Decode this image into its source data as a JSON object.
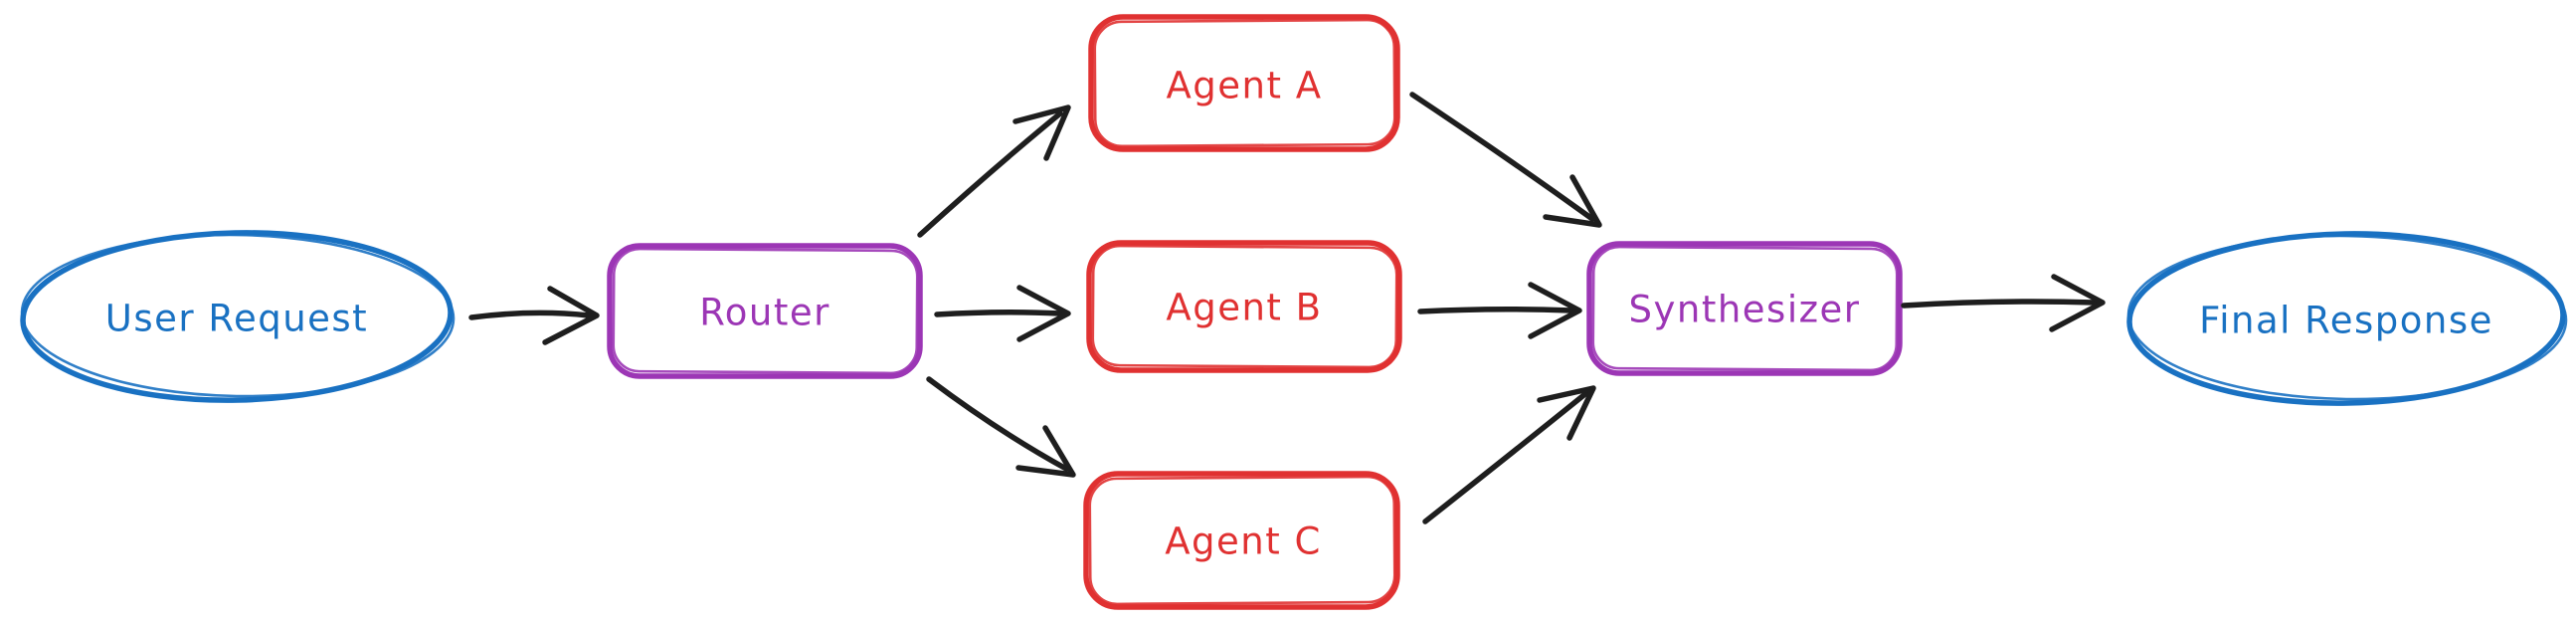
{
  "diagram": {
    "type": "flowchart",
    "nodes": {
      "user_request": {
        "label": "User Request",
        "shape": "ellipse",
        "color": "#1971c2"
      },
      "router": {
        "label": "Router",
        "shape": "rounded-rect",
        "color": "#9c36b5"
      },
      "agent_a": {
        "label": "Agent A",
        "shape": "rounded-rect",
        "color": "#e03131"
      },
      "agent_b": {
        "label": "Agent B",
        "shape": "rounded-rect",
        "color": "#e03131"
      },
      "agent_c": {
        "label": "Agent C",
        "shape": "rounded-rect",
        "color": "#e03131"
      },
      "synthesizer": {
        "label": "Synthesizer",
        "shape": "rounded-rect",
        "color": "#9c36b5"
      },
      "final_response": {
        "label": "Final Response",
        "shape": "ellipse",
        "color": "#1971c2"
      }
    },
    "edges": [
      {
        "from": "User Request",
        "to": "Router"
      },
      {
        "from": "Router",
        "to": "Agent A"
      },
      {
        "from": "Router",
        "to": "Agent B"
      },
      {
        "from": "Router",
        "to": "Agent C"
      },
      {
        "from": "Agent A",
        "to": "Synthesizer"
      },
      {
        "from": "Agent B",
        "to": "Synthesizer"
      },
      {
        "from": "Agent C",
        "to": "Synthesizer"
      },
      {
        "from": "Synthesizer",
        "to": "Final Response"
      }
    ],
    "colors": {
      "blue": "#1971c2",
      "purple": "#9c36b5",
      "red": "#e03131",
      "ink": "#1e1e1e",
      "background": "#ffffff"
    }
  }
}
